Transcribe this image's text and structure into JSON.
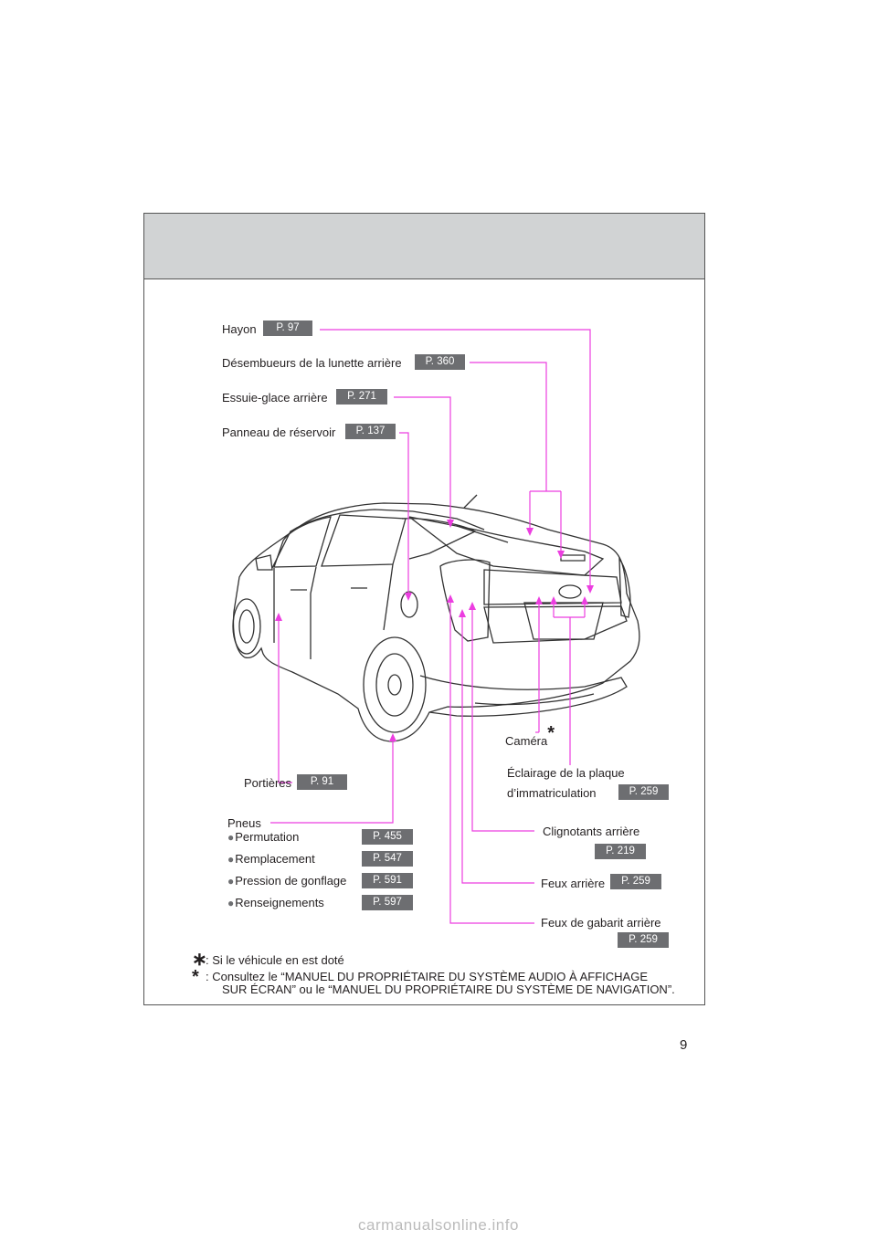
{
  "page_number": "9",
  "labels": {
    "hayon": "Hayon",
    "desembueurs": "Désembueurs de la lunette arrière",
    "essuie_glace": "Essuie-glace arrière",
    "panneau": "Panneau de réservoir",
    "portieres": "Portières",
    "pneus": "Pneus",
    "permutation": "Permutation",
    "remplacement": "Remplacement",
    "pression": "Pression de gonflage",
    "renseignements": "Renseignements",
    "camera": "Caméra",
    "eclairage_1": "Éclairage de la plaque",
    "eclairage_2": "d’immatriculation",
    "clignotants": "Clignotants arrière",
    "feux_arriere": "Feux arrière",
    "feux_gabarit": "Feux de gabarit arrière"
  },
  "pages": {
    "hayon": "P. 97",
    "desembueurs": "P. 360",
    "essuie_glace": "P. 271",
    "panneau": "P. 137",
    "portieres": "P. 91",
    "permutation": "P. 455",
    "remplacement": "P. 547",
    "pression": "P. 591",
    "renseignements": "P. 597",
    "eclairage": "P. 259",
    "clignotants": "P. 219",
    "feux_arriere": "P. 259",
    "feux_gabarit": "P. 259"
  },
  "notes": {
    "note1_marker": "∗",
    "note1": ": Si le véhicule en est doté",
    "note2_marker": "*",
    "note2_line1": ":  Consultez le “MANUEL DU PROPRIÉTAIRE DU SYSTÈME AUDIO À AFFICHAGE",
    "note2_line2": "SUR ÉCRAN” ou le “MANUEL DU PROPRIÉTAIRE DU SYSTÈME DE NAVIGATION”."
  },
  "bullet_glyph": "●",
  "camera_marker": "*",
  "watermark": "carmanualsonline.info",
  "colors": {
    "leader": "#ec3ee0",
    "badge": "#6d6e71",
    "band": "#d1d3d4"
  }
}
